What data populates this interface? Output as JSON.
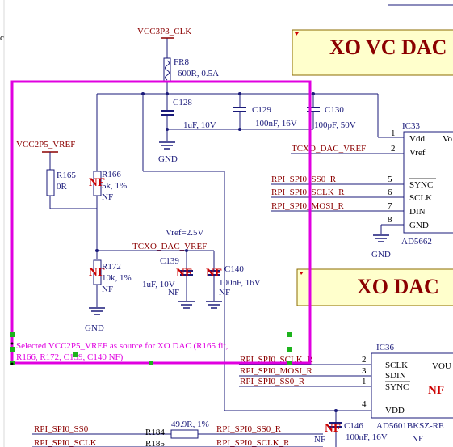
{
  "blocks": {
    "xo_vc_dac": "XO VC DAC",
    "xo_dac": "XO DAC"
  },
  "nets": {
    "vcc3p3_clk": "VCC3P3_CLK",
    "vcc2p5_vref": "VCC2P5_VREF",
    "tcxo_dac_vref_1": "TCXO_DAC_VREF",
    "tcxo_dac_vref_2": "TCXO_DAC_VREF",
    "vref_label": "Vref=2.5V",
    "rpi_ss0_1": "RPI_SPI0_SS0_R",
    "rpi_sclk_1": "RPI_SPI0_SCLK_R",
    "rpi_mosi_1": "RPI_SPI0_MOSI_R",
    "rpi_sclk_2": "RPI_SPI0_SCLK_R",
    "rpi_mosi_2": "RPI_SPI0_MOSI_R",
    "rpi_ss0_2": "RPI_SPI0_SS0_R",
    "rpi_ss0_plain": "RPI_SPI0_SS0",
    "rpi_sclk_plain": "RPI_SPI0_SCLK",
    "rpi_ss0_3": "RPI_SPI0_SS0_R",
    "rpi_sclk_3": "RPI_SPI0_SCLK_R",
    "gnd_1": "GND",
    "gnd_2": "GND",
    "gnd_3": "GND"
  },
  "components": {
    "fr8": {
      "ref": "FR8",
      "value": "600R, 0.5A"
    },
    "c128": {
      "ref": "C128",
      "value": "1uF, 10V"
    },
    "c129": {
      "ref": "C129",
      "value": "100nF, 16V"
    },
    "c130": {
      "ref": "C130",
      "value": "100pF, 50V"
    },
    "r165": {
      "ref": "R165",
      "value": "0R"
    },
    "r166": {
      "ref": "R166",
      "value": "5k, 1%",
      "nf": "NF"
    },
    "r172": {
      "ref": "R172",
      "value": "10k, 1%",
      "nf": "NF"
    },
    "c139": {
      "ref": "C139",
      "value": "1uF, 10V",
      "nf": "NF"
    },
    "c140": {
      "ref": "C140",
      "value": "100nF, 16V",
      "nf": "NF"
    },
    "c146": {
      "ref": "C146",
      "value": "100nF, 16V",
      "nf": "NF"
    },
    "r184": {
      "ref": "R184",
      "value": "49.9R, 1%"
    },
    "r185": {
      "ref": "R185"
    }
  },
  "ic33": {
    "ref": "IC33",
    "part": "AD5662",
    "pins": [
      {
        "num": "1",
        "name": "Vdd"
      },
      {
        "num": "2",
        "name": "Vref"
      },
      {
        "num": "5",
        "name": "SYNC"
      },
      {
        "num": "6",
        "name": "SCLK"
      },
      {
        "num": "7",
        "name": "DIN"
      },
      {
        "num": "8",
        "name": "GND"
      }
    ],
    "right_pin": "Vo"
  },
  "ic36": {
    "ref": "IC36",
    "part": "AD5601BKSZ-RE",
    "nf": "NF",
    "pins": [
      {
        "num": "2",
        "name": "SCLK"
      },
      {
        "num": "3",
        "name": "SDIN"
      },
      {
        "num": "1",
        "name": "SYNC"
      },
      {
        "num": "4",
        "name": "VDD"
      }
    ],
    "right_pin": "VOU"
  },
  "marks": {
    "nf": "NF",
    "partial_c": "c"
  },
  "note": {
    "line1": "Selected VCC2P5_VREF as source for XO DAC (R165 fit,",
    "line2": "R166, R172, C139, C140 NF)"
  },
  "colors": {
    "wire": "#1a1a7a",
    "net_label": "#8b0000",
    "nf": "#cc0000",
    "selection": "#e000e0",
    "handle": "#1db31d",
    "block_fill": "#ffffcc"
  }
}
